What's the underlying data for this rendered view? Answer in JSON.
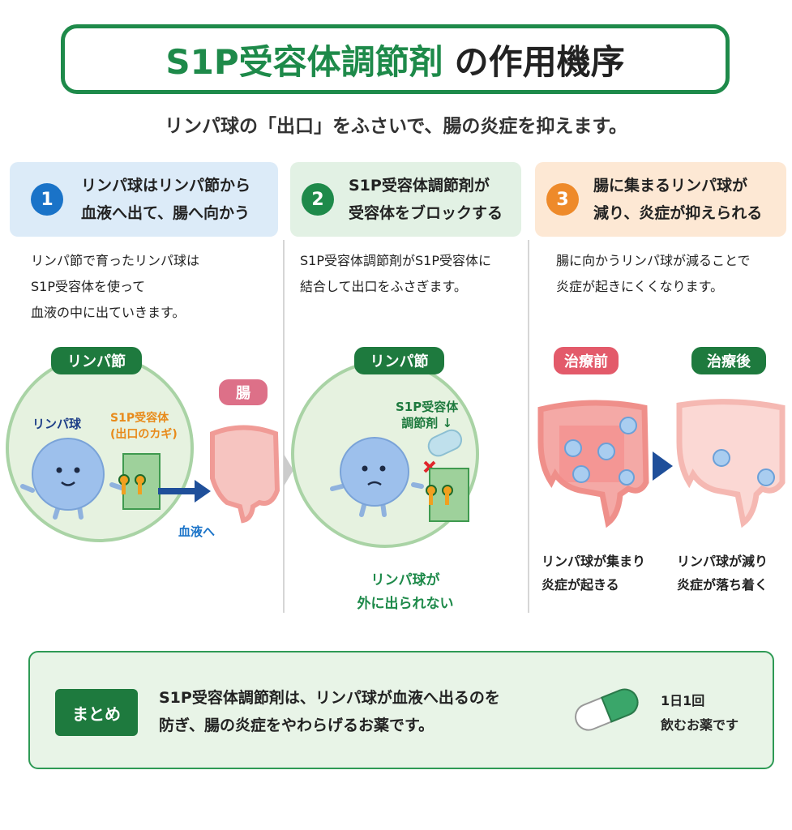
{
  "title": {
    "highlight": "S1P受容体調節剤",
    "rest": "の作用機序"
  },
  "subtitle": "リンパ球の「出口」をふさいで、腸の炎症を抑えます。",
  "colors": {
    "green": "#1e8a4a",
    "blue": "#1a73c8",
    "orange": "#ee8a2a",
    "red": "#e35a6a"
  },
  "steps": [
    {
      "num": "1",
      "line1": "リンパ球はリンパ節から",
      "line2": "血液へ出て、腸へ向かう",
      "body": [
        "リンパ節で育ったリンパ球は",
        "S1P受容体を使って",
        "血液の中に出ていきます。"
      ]
    },
    {
      "num": "2",
      "line1": "S1P受容体調節剤が",
      "line2": "受容体をブロックする",
      "body": [
        "S1P受容体調節剤がS1P受容体に",
        "結合して出口をふさぎます。"
      ]
    },
    {
      "num": "3",
      "line1": "腸に集まるリンパ球が",
      "line2": "減り、炎症が抑えられる",
      "body": [
        "腸に向かうリンパ球が減ることで",
        "炎症が起きにくくなります。"
      ]
    }
  ],
  "panel1": {
    "node_label": "リンパ節",
    "gut_label": "腸",
    "lymphocyte": "リンパ球",
    "receptor1": "S1P受容体",
    "receptor2": "(出口のカギ)",
    "blood": "血液へ"
  },
  "panel2": {
    "node_label": "リンパ節",
    "drug1": "S1P受容体",
    "drug2": "調節剤 ↓",
    "result1": "リンパ球が",
    "result2": "外に出られない"
  },
  "panel3": {
    "before": "治療前",
    "after": "治療後",
    "before_cap": [
      "リンパ球が集まり",
      "炎症が起きる"
    ],
    "after_cap": [
      "リンパ球が減り",
      "炎症が落ち着く"
    ]
  },
  "summary": {
    "badge": "まとめ",
    "line1": "S1P受容体調節剤は、リンパ球が血液へ出るのを",
    "line2": "防ぎ、腸の炎症をやわらげるお薬です。",
    "dose1": "1日1回",
    "dose2": "飲むお薬です"
  }
}
